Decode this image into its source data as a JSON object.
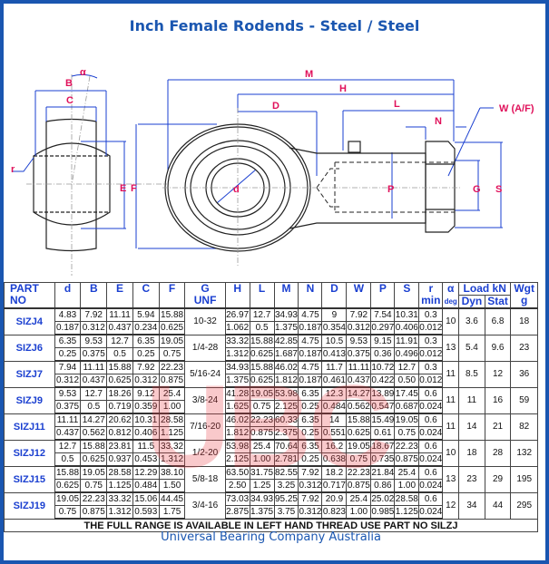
{
  "title": "Inch Female Rodends - Steel / Steel",
  "footer": "Universal Bearing Company Australia",
  "watermark": "UBC",
  "drawing": {
    "labels": {
      "alpha": "α",
      "B": "B",
      "C": "C",
      "r": "r",
      "E": "E",
      "F": "F",
      "M": "M",
      "H": "H",
      "D": "D",
      "L": "L",
      "N": "N",
      "W": "W (A/F)",
      "d": "d",
      "P": "P",
      "G": "G",
      "S": "S"
    }
  },
  "table": {
    "headers": {
      "part": "PART",
      "part2": "NO",
      "d": "d",
      "B": "B",
      "E": "E",
      "C": "C",
      "F": "F",
      "G": "G",
      "G2": "UNF",
      "H": "H",
      "L": "L",
      "M": "M",
      "N": "N",
      "D": "D",
      "W": "W",
      "P": "P",
      "S": "S",
      "r": "r",
      "r2": "min",
      "alpha": "α",
      "alpha2": "deg",
      "load": "Load kN",
      "dyn": "Dyn",
      "stat": "Stat",
      "wgt": "Wgt",
      "wgt2": "g"
    },
    "rows": [
      {
        "part": "SIZJ4",
        "metric": [
          "4.83",
          "7.92",
          "11.11",
          "5.94",
          "15.88"
        ],
        "imperial": [
          "0.187",
          "0.312",
          "0.437",
          "0.234",
          "0.625"
        ],
        "G": "10-32",
        "metric2": [
          "26.97",
          "12.7",
          "34.93",
          "4.75",
          "9",
          "7.92",
          "7.54",
          "10.31",
          "0.3"
        ],
        "imperial2": [
          "1.062",
          "0.5",
          "1.375",
          "0.187",
          "0.354",
          "0.312",
          "0.297",
          "0.406",
          "0.012"
        ],
        "alpha": "10",
        "dyn": "3.6",
        "stat": "6.8",
        "wgt": "18"
      },
      {
        "part": "SIZJ6",
        "metric": [
          "6.35",
          "9.53",
          "12.7",
          "6.35",
          "19.05"
        ],
        "imperial": [
          "0.25",
          "0.375",
          "0.5",
          "0.25",
          "0.75"
        ],
        "G": "1/4-28",
        "metric2": [
          "33.32",
          "15.88",
          "42.85",
          "4.75",
          "10.5",
          "9.53",
          "9.15",
          "11.91",
          "0.3"
        ],
        "imperial2": [
          "1.312",
          "0.625",
          "1.687",
          "0.187",
          "0.413",
          "0.375",
          "0.36",
          "0.496",
          "0.012"
        ],
        "alpha": "13",
        "dyn": "5.4",
        "stat": "9.6",
        "wgt": "23"
      },
      {
        "part": "SIZJ7",
        "metric": [
          "7.94",
          "11.11",
          "15.88",
          "7.92",
          "22.23"
        ],
        "imperial": [
          "0.312",
          "0.437",
          "0.625",
          "0.312",
          "0.875"
        ],
        "G": "5/16-24",
        "metric2": [
          "34.93",
          "15.88",
          "46.02",
          "4.75",
          "11.7",
          "11.11",
          "10.72",
          "12.7",
          "0.3"
        ],
        "imperial2": [
          "1.375",
          "0.625",
          "1.812",
          "0.187",
          "0.461",
          "0.437",
          "0.422",
          "0.50",
          "0.012"
        ],
        "alpha": "11",
        "dyn": "8.5",
        "stat": "12",
        "wgt": "36"
      },
      {
        "part": "SIZJ9",
        "metric": [
          "9.53",
          "12.7",
          "18.26",
          "9.12",
          "25.4"
        ],
        "imperial": [
          "0.375",
          "0.5",
          "0.719",
          "0.359",
          "1.00"
        ],
        "G": "3/8-24",
        "metric2": [
          "41.28",
          "19.05",
          "53.98",
          "6.35",
          "12.3",
          "14.27",
          "13.89",
          "17.45",
          "0.6"
        ],
        "imperial2": [
          "1.625",
          "0.75",
          "2.125",
          "0.25",
          "0.484",
          "0.562",
          "0.547",
          "0.687",
          "0.024"
        ],
        "alpha": "11",
        "dyn": "11",
        "stat": "16",
        "wgt": "59"
      },
      {
        "part": "SIZJ11",
        "metric": [
          "11.11",
          "14.27",
          "20.62",
          "10.31",
          "28.58"
        ],
        "imperial": [
          "0.437",
          "0.562",
          "0.812",
          "0.406",
          "1.125"
        ],
        "G": "7/16-20",
        "metric2": [
          "46.02",
          "22.23",
          "60.33",
          "6.35",
          "14",
          "15.88",
          "15.49",
          "19.05",
          "0.6"
        ],
        "imperial2": [
          "1.812",
          "0.875",
          "2.375",
          "0.25",
          "0.551",
          "0.625",
          "0.61",
          "0.75",
          "0.024"
        ],
        "alpha": "11",
        "dyn": "14",
        "stat": "21",
        "wgt": "82"
      },
      {
        "part": "SIZJ12",
        "metric": [
          "12.7",
          "15.88",
          "23.81",
          "11.5",
          "33.32"
        ],
        "imperial": [
          "0.5",
          "0.625",
          "0.937",
          "0.453",
          "1.312"
        ],
        "G": "1/2-20",
        "metric2": [
          "53.98",
          "25.4",
          "70.64",
          "6.35",
          "16.2",
          "19.05",
          "18.67",
          "22.23",
          "0.6"
        ],
        "imperial2": [
          "2.125",
          "1.00",
          "2.781",
          "0.25",
          "0.638",
          "0.75",
          "0.735",
          "0.875",
          "0.024"
        ],
        "alpha": "10",
        "dyn": "18",
        "stat": "28",
        "wgt": "132"
      },
      {
        "part": "SIZJ15",
        "metric": [
          "15.88",
          "19.05",
          "28.58",
          "12.29",
          "38.10"
        ],
        "imperial": [
          "0.625",
          "0.75",
          "1.125",
          "0.484",
          "1.50"
        ],
        "G": "5/8-18",
        "metric2": [
          "63.50",
          "31.75",
          "82.55",
          "7.92",
          "18.2",
          "22.23",
          "21.84",
          "25.4",
          "0.6"
        ],
        "imperial2": [
          "2.50",
          "1.25",
          "3.25",
          "0.312",
          "0.717",
          "0.875",
          "0.86",
          "1.00",
          "0.024"
        ],
        "alpha": "13",
        "dyn": "23",
        "stat": "29",
        "wgt": "195"
      },
      {
        "part": "SIZJ19",
        "metric": [
          "19.05",
          "22.23",
          "33.32",
          "15.06",
          "44.45"
        ],
        "imperial": [
          "0.75",
          "0.875",
          "1.312",
          "0.593",
          "1.75"
        ],
        "G": "3/4-16",
        "metric2": [
          "73.03",
          "34.93",
          "95.25",
          "7.92",
          "20.9",
          "25.4",
          "25.02",
          "28.58",
          "0.6"
        ],
        "imperial2": [
          "2.875",
          "1.375",
          "3.75",
          "0.312",
          "0.823",
          "1.00",
          "0.985",
          "1.125",
          "0.024"
        ],
        "alpha": "12",
        "dyn": "34",
        "stat": "44",
        "wgt": "295"
      }
    ],
    "note": "THE FULL RANGE IS AVAILABLE IN LEFT HAND THREAD   USE PART NO SILZJ"
  }
}
